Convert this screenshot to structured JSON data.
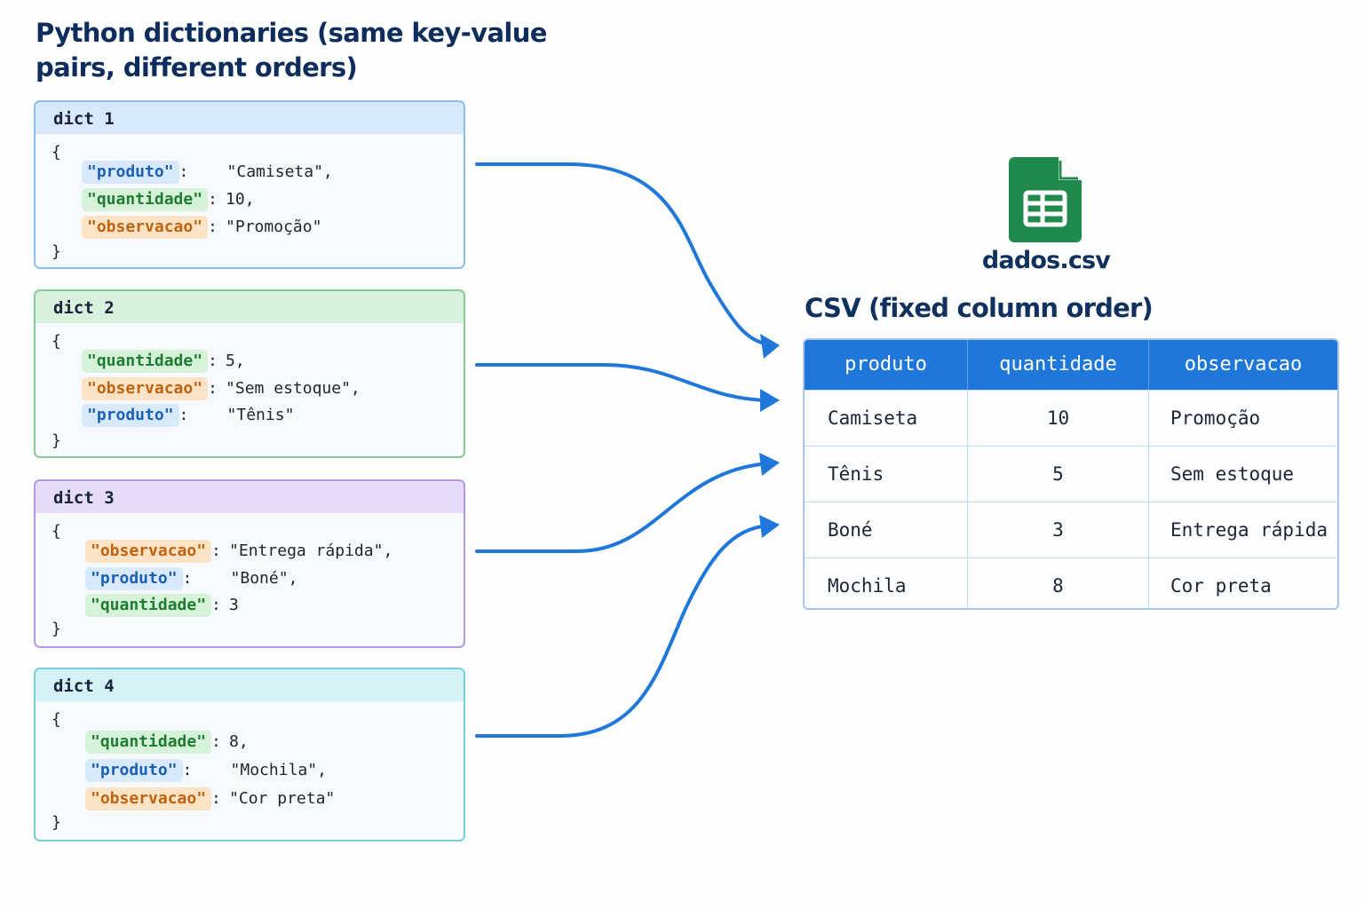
{
  "title": "Python dictionaries (same key-value pairs, different orders)",
  "dicts": [
    {
      "label": "dict 1",
      "open": "{",
      "close": "}",
      "entries": [
        {
          "key": "\"produto\"",
          "value": "\"Camiseta\","
        },
        {
          "key": "\"quantidade\"",
          "value": "10,"
        },
        {
          "key": "\"observacao\"",
          "value": "\"Promoção\""
        }
      ]
    },
    {
      "label": "dict 2",
      "open": "{",
      "close": "}",
      "entries": [
        {
          "key": "\"quantidade\"",
          "value": "5,"
        },
        {
          "key": "\"observacao\"",
          "value": "\"Sem estoque\","
        },
        {
          "key": "\"produto\"",
          "value": "\"Tênis\""
        }
      ]
    },
    {
      "label": "dict 3",
      "open": "{",
      "close": "}",
      "entries": [
        {
          "key": "\"observacao\"",
          "value": "\"Entrega rápida\","
        },
        {
          "key": "\"produto\"",
          "value": "\"Boné\","
        },
        {
          "key": "\"quantidade\"",
          "value": "3"
        }
      ]
    },
    {
      "label": "dict 4",
      "open": "{",
      "close": "}",
      "entries": [
        {
          "key": "\"quantidade\"",
          "value": "8,"
        },
        {
          "key": "\"produto\"",
          "value": "\"Mochila\","
        },
        {
          "key": "\"observacao\"",
          "value": "\"Cor preta\""
        }
      ]
    }
  ],
  "colon": ":",
  "file": {
    "name": "dados.csv",
    "icon": "spreadsheet-file-icon",
    "color": "#1f8a4c"
  },
  "csv": {
    "title": "CSV (fixed column order)",
    "columns": [
      "produto",
      "quantidade",
      "observacao"
    ],
    "rows": [
      [
        "Camiseta",
        "10",
        "Promoção"
      ],
      [
        "Tênis",
        "5",
        "Sem estoque"
      ],
      [
        "Boné",
        "3",
        "Entrega rápida"
      ],
      [
        "Mochila",
        "8",
        "Cor preta"
      ]
    ]
  },
  "colors": {
    "accent": "#1f78d9",
    "produto": "#1b5fb8",
    "quantidade": "#1f7c33",
    "observacao": "#c1620d"
  }
}
